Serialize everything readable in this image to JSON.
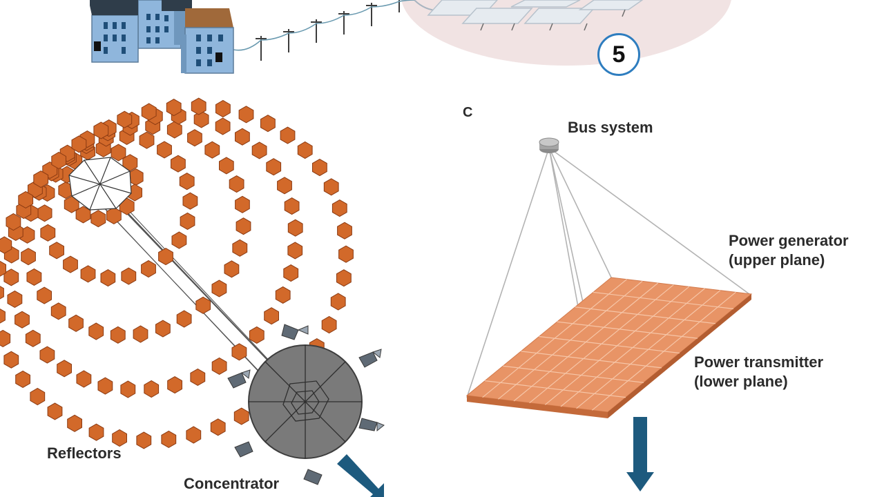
{
  "step_badge": "5",
  "panel_letter": "C",
  "labels": {
    "bus_system": "Bus system",
    "power_generator_line1": "Power generator",
    "power_generator_line2": "(upper plane)",
    "power_transmitter_line1": "Power transmitter",
    "power_transmitter_line2": "(lower plane)",
    "reflectors": "Reflectors",
    "concentrator": "Concentrator"
  },
  "colors": {
    "reflector_fill": "#d2692a",
    "reflector_stroke": "#8a3a12",
    "concentrator_fill": "#7a7a7a",
    "panel_fill": "#e89466",
    "beam_arrow": "#1d5a7e",
    "badge_ring": "#2e7dbf",
    "building_blue": "#8fb6dc",
    "building_roof_dark": "#2f3d4a",
    "building_roof_brown": "#a0693a"
  },
  "icons": [
    "building-icon",
    "power-line-icon",
    "solar-panel-icon",
    "beam-arrow-icon",
    "thruster-icon"
  ]
}
